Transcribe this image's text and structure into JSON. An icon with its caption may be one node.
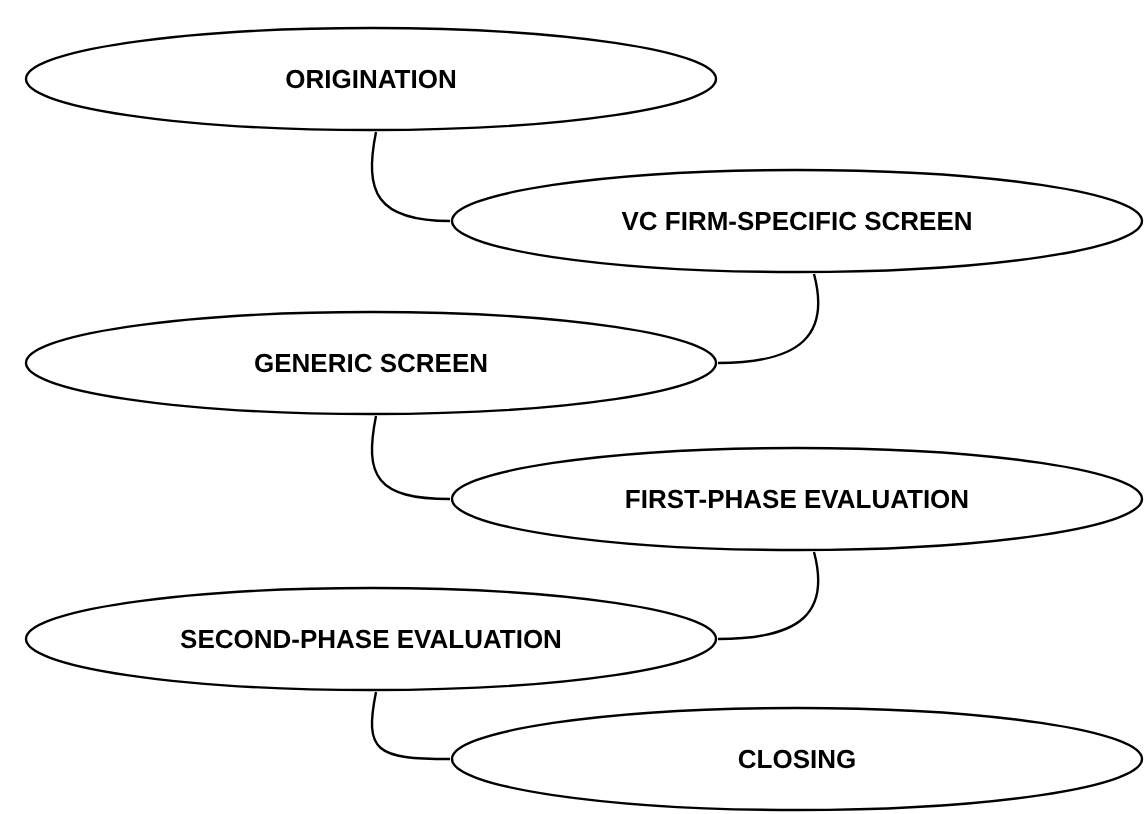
{
  "diagram": {
    "nodes": [
      {
        "text": [
          "ORIGINATION"
        ]
      },
      {
        "text": [
          "VC FIRM-SPECIFIC SCREEN"
        ]
      },
      {
        "text": [
          "GENERIC SCREEN"
        ]
      },
      {
        "text": [
          "FIRST-PHASE EVALUATION"
        ]
      },
      {
        "text": [
          "SECOND-PHASE EVALUATION"
        ]
      },
      {
        "text": [
          "CLOSING"
        ]
      }
    ],
    "edges": [
      {
        "from": 0,
        "to": 1,
        "arrow": "none"
      },
      {
        "from": 1,
        "to": 2,
        "arrow": "none"
      },
      {
        "from": 2,
        "to": 3,
        "arrow": "none"
      },
      {
        "from": 3,
        "to": 4,
        "arrow": "none"
      },
      {
        "from": 4,
        "to": 5,
        "arrow": "none"
      }
    ]
  }
}
